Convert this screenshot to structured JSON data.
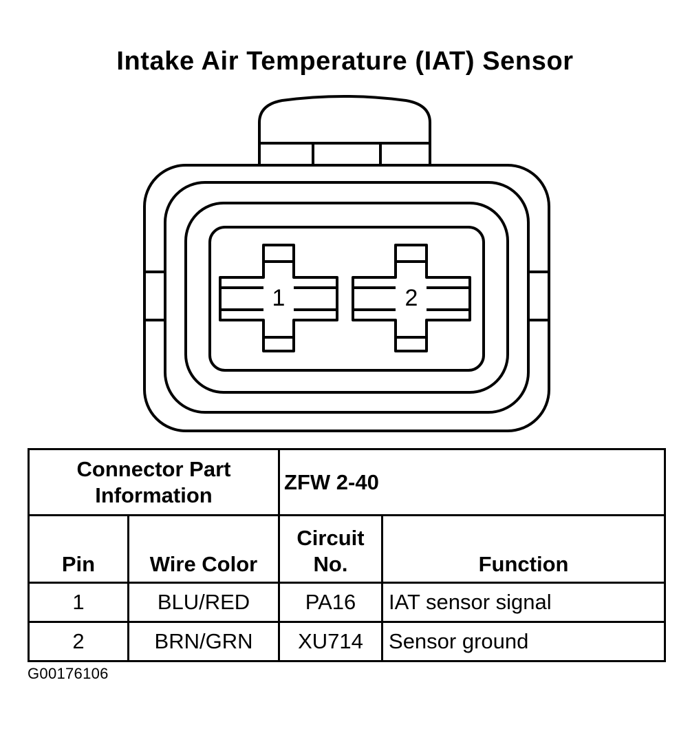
{
  "title": "Intake Air Temperature (IAT) Sensor",
  "connector": {
    "pins": [
      {
        "label": "1"
      },
      {
        "label": "2"
      }
    ]
  },
  "table": {
    "part_info_label_line1": "Connector Part",
    "part_info_label_line2": "Information",
    "part_number": "ZFW 2-40",
    "headers": {
      "pin": "Pin",
      "wire_color": "Wire Color",
      "circuit_line1": "Circuit",
      "circuit_line2": "No.",
      "function": "Function"
    },
    "rows": [
      {
        "pin": "1",
        "wire_color": "BLU/RED",
        "circuit": "PA16",
        "function": "IAT sensor signal"
      },
      {
        "pin": "2",
        "wire_color": "BRN/GRN",
        "circuit": "XU714",
        "function": "Sensor ground"
      }
    ]
  },
  "figure_id": "G00176106"
}
